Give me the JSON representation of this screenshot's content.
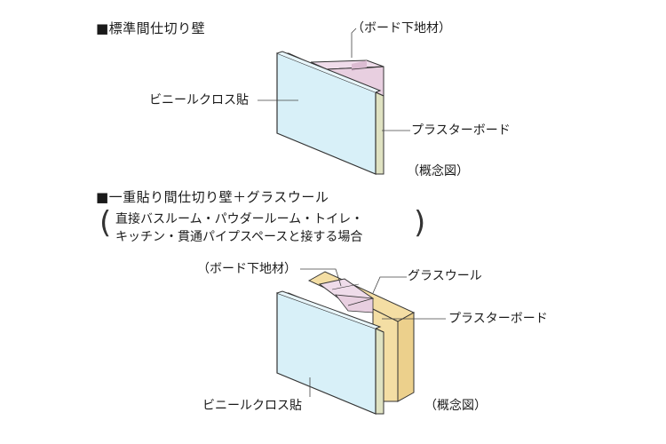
{
  "colors": {
    "stud_pink": "#e8cfe0",
    "stud_pink_side": "#dcbcd2",
    "stud_pink_top": "#efdcea",
    "glasswool_yellow": "#f4dea4",
    "glasswool_yellow_side": "#ecd08c",
    "board_cream": "#f0f1dc",
    "board_cream_dark": "#dfe2c2",
    "vinyl_cloth_blue": "#d8f0f8",
    "outline": "#333333"
  },
  "diagram1": {
    "heading": "■標準間仕切り壁",
    "label_stud": "（ボード下地材）",
    "label_vinyl": "ビニールクロス貼",
    "label_board": "プラスターボード",
    "caption": "（概念図）"
  },
  "diagram2": {
    "heading": "■一重貼り間仕切り壁＋グラスウール",
    "note_line1": "直接バスルーム・パウダールーム・トイレ・",
    "note_line2": "キッチン・貫通パイプスペースと接する場合",
    "label_stud": "（ボード下地材）",
    "label_glasswool": "グラスウール",
    "label_board": "プラスターボード",
    "label_vinyl": "ビニールクロス貼",
    "caption": "（概念図）"
  }
}
